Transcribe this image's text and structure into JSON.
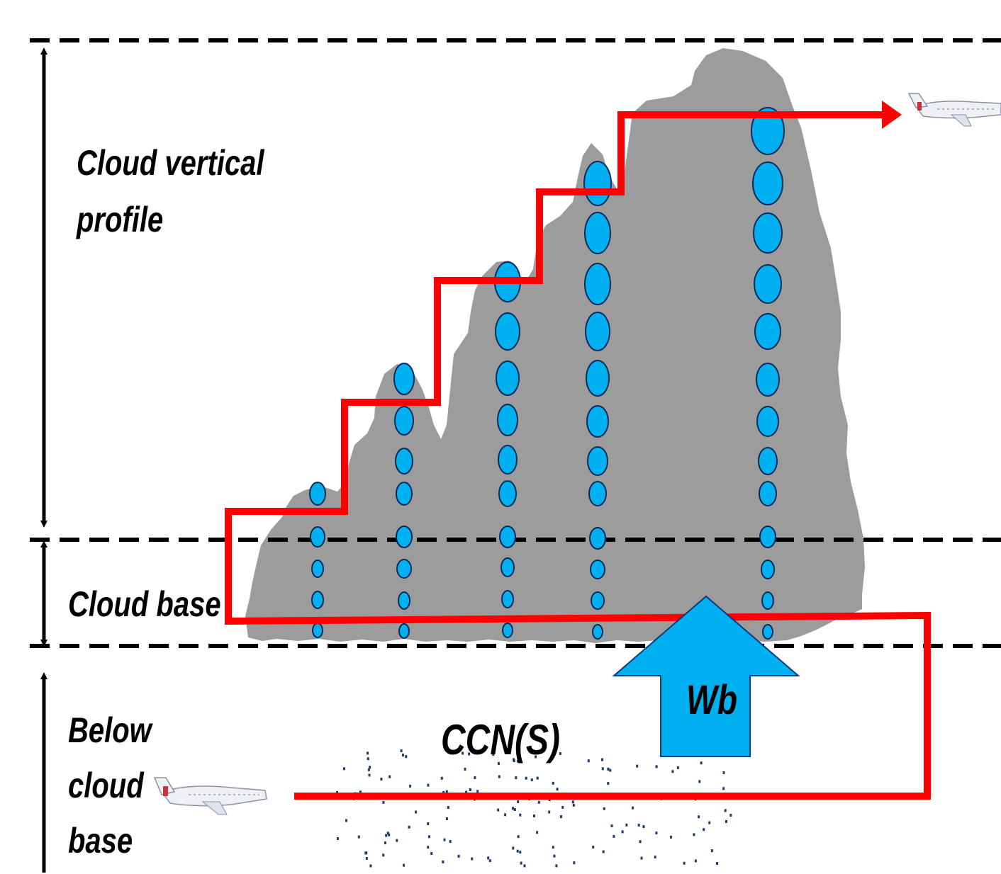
{
  "labels": {
    "cloud_vertical_profile": [
      "Cloud vertical",
      "profile"
    ],
    "cloud_base": "Cloud base",
    "below_cloud_base": [
      "Below",
      "cloud",
      "base"
    ],
    "ccn": "CCN(S)",
    "updraft": "Wb"
  },
  "colors": {
    "cloud": "#9c9c9c",
    "droplet": "#00b0f0",
    "flight_track": "#ff0000",
    "updraft_arrow": "#00b0f0",
    "aerosol_dots": "#1f3b6e"
  },
  "icons": [
    "aircraft-icon",
    "updraft-arrow-icon",
    "double-arrow-icon"
  ]
}
